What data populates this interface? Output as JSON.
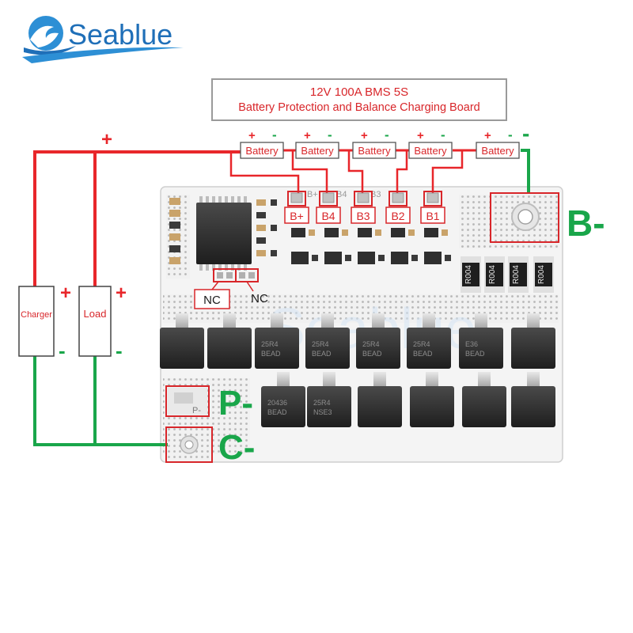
{
  "brand": {
    "name": "Seablue",
    "watermark": "Seablue"
  },
  "title_box": {
    "line1": "12V 100A BMS  5S",
    "line2": "Battery Protection and Balance Charging Board"
  },
  "batteries": [
    {
      "label": "Battery",
      "plus": "+",
      "minus": "-"
    },
    {
      "label": "Battery",
      "plus": "+",
      "minus": "-"
    },
    {
      "label": "Battery",
      "plus": "+",
      "minus": "-"
    },
    {
      "label": "Battery",
      "plus": "+",
      "minus": "-"
    },
    {
      "label": "Battery",
      "plus": "+",
      "minus": "-"
    }
  ],
  "terminals": [
    "B+",
    "B4",
    "B3",
    "B2",
    "B1"
  ],
  "board_silk": {
    "b_plus": "B+",
    "b4": "B4",
    "b3": "B3",
    "p_minus": "P-"
  },
  "devices": {
    "charger": {
      "label": "Charger",
      "plus": "+",
      "minus": "-"
    },
    "load": {
      "label": "Load",
      "plus": "+",
      "minus": "-"
    }
  },
  "wire_labels": {
    "top_plus": "+",
    "battery_end_minus": "-"
  },
  "nc_labels": [
    "NC",
    "NC"
  ],
  "resistors": [
    "R004",
    "R004",
    "R004",
    "R004"
  ],
  "pad_labels": {
    "b_minus": "B-",
    "p_minus": "P-",
    "c_minus": "C-"
  },
  "mosfet_text": [
    [
      "",
      ""
    ],
    [
      "",
      ""
    ],
    [
      "25R4",
      "BEAD"
    ],
    [
      "25R4",
      "BEAD"
    ],
    [
      "25R4",
      "BEAD"
    ],
    [
      "25R4",
      "BEAD"
    ],
    [
      "E36",
      "BEAD"
    ],
    [
      "",
      ""
    ],
    [
      "20436",
      "BEAD"
    ],
    [
      "25R4",
      "NSE3"
    ],
    [
      "",
      ""
    ],
    [
      "",
      ""
    ],
    [
      "",
      ""
    ],
    [
      "",
      ""
    ]
  ],
  "colors": {
    "wire_positive": "#e8262a",
    "wire_negative": "#19a64a",
    "highlight_box": "#d8262a",
    "board": "#f4f4f4",
    "component": "#2b2b2b",
    "brand_blue": "#1f6fb8"
  }
}
